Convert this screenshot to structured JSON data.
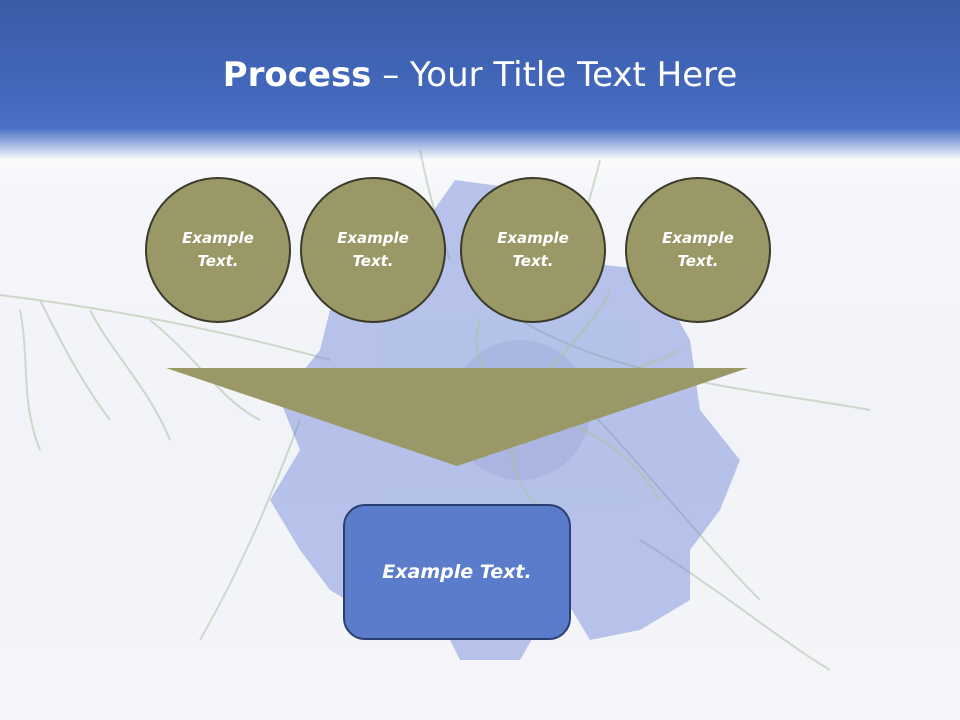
{
  "slide": {
    "title_bold": "Process",
    "title_rest": " – Your Title Text Here",
    "steps": [
      {
        "label": "Example Text."
      },
      {
        "label": "Example Text."
      },
      {
        "label": "Example Text."
      },
      {
        "label": "Example Text."
      }
    ],
    "result_label": "Example Text."
  },
  "colors": {
    "header": "#4469bd",
    "circle_fill": "#999866",
    "circle_border": "#3b3a2b",
    "funnel_fill": "#999866",
    "result_fill": "#5b7ccb",
    "result_border": "#2c3f70"
  }
}
